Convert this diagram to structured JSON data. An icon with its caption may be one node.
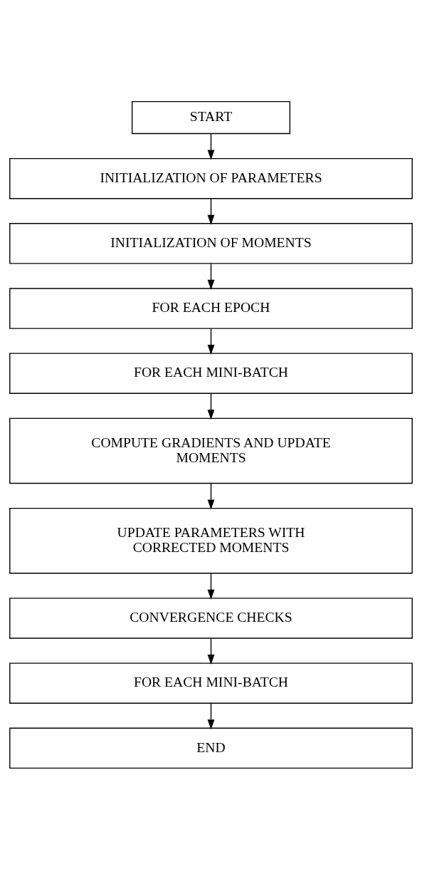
{
  "diagram": {
    "nodes": [
      {
        "text": [
          "START"
        ]
      },
      {
        "text": [
          "INITIALIZATION OF PARAMETERS"
        ]
      },
      {
        "text": [
          "INITIALIZATION OF MOMENTS"
        ]
      },
      {
        "text": [
          "FOR EACH EPOCH"
        ]
      },
      {
        "text": [
          "FOR EACH MINI-BATCH"
        ]
      },
      {
        "text": [
          "COMPUTE GRADIENTS AND UPDATE MOMENTS"
        ]
      },
      {
        "text": [
          "UPDATE PARAMETERS WITH CORRECTED MOMENTS"
        ]
      },
      {
        "text": [
          "CONVERGENCE CHECKS"
        ]
      },
      {
        "text": [
          "FOR EACH MINI-BATCH"
        ]
      },
      {
        "text": [
          "END"
        ]
      }
    ],
    "edges": [
      {
        "from": 0,
        "to": 1,
        "arrow": "to"
      },
      {
        "from": 1,
        "to": 2,
        "arrow": "to"
      },
      {
        "from": 2,
        "to": 3,
        "arrow": "to"
      },
      {
        "from": 3,
        "to": 4,
        "arrow": "to"
      },
      {
        "from": 4,
        "to": 5,
        "arrow": "to"
      },
      {
        "from": 5,
        "to": 6,
        "arrow": "to"
      },
      {
        "from": 6,
        "to": 7,
        "arrow": "to"
      },
      {
        "from": 7,
        "to": 8,
        "arrow": "to"
      },
      {
        "from": 8,
        "to": 9,
        "arrow": "to"
      }
    ]
  }
}
